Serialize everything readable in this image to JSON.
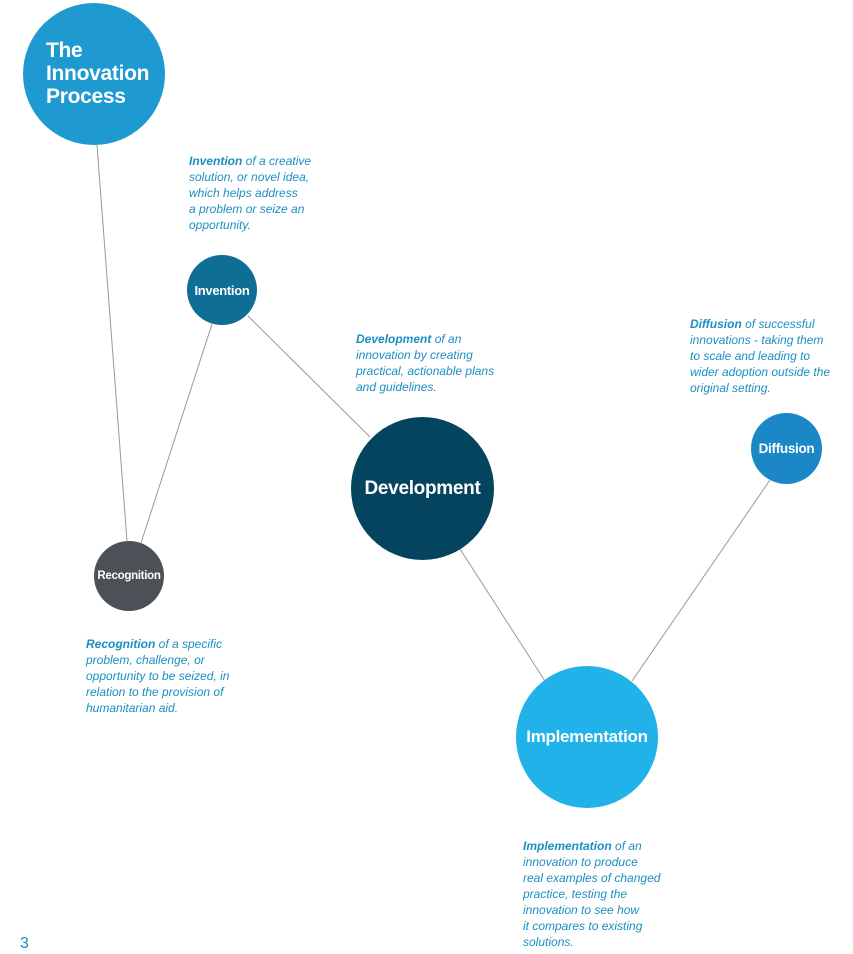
{
  "title": {
    "lines": [
      "The",
      "Innovation",
      "Process"
    ]
  },
  "nodes": {
    "invention": {
      "label": "Invention",
      "color": "#0f6e96"
    },
    "development": {
      "label": "Development",
      "color": "#05445f"
    },
    "recognition": {
      "label": "Recognition",
      "color": "#4c5157"
    },
    "implementation": {
      "label": "Implementation",
      "color": "#20b2e8"
    },
    "diffusion": {
      "label": "Diffusion",
      "color": "#1b87c6"
    }
  },
  "descriptions": {
    "invention": {
      "term": "Invention",
      "lines": [
        " of a creative",
        "solution, or novel idea,",
        "which helps address",
        "a problem or seize an",
        "opportunity."
      ]
    },
    "development": {
      "term": "Development",
      "lines": [
        " of an",
        "innovation by creating",
        "practical, actionable plans",
        "and guidelines."
      ]
    },
    "diffusion": {
      "term": "Diffusion",
      "lines": [
        " of successful",
        "innovations - taking them",
        "to scale and leading to",
        "wider adoption outside the",
        "original setting."
      ]
    },
    "recognition": {
      "term": "Recognition",
      "lines": [
        " of a specific",
        "problem, challenge, or",
        "opportunity to be seized, in",
        "relation to the provision of",
        "humanitarian aid."
      ]
    },
    "implementation": {
      "term": "Implementation",
      "lines": [
        " of an",
        "innovation to produce",
        "real examples of changed",
        "practice, testing the",
        "innovation to see how",
        "it compares to existing",
        "solutions."
      ]
    }
  },
  "page_number": "3",
  "colors": {
    "accent": "#1b8fc2",
    "connector": "#999999"
  }
}
